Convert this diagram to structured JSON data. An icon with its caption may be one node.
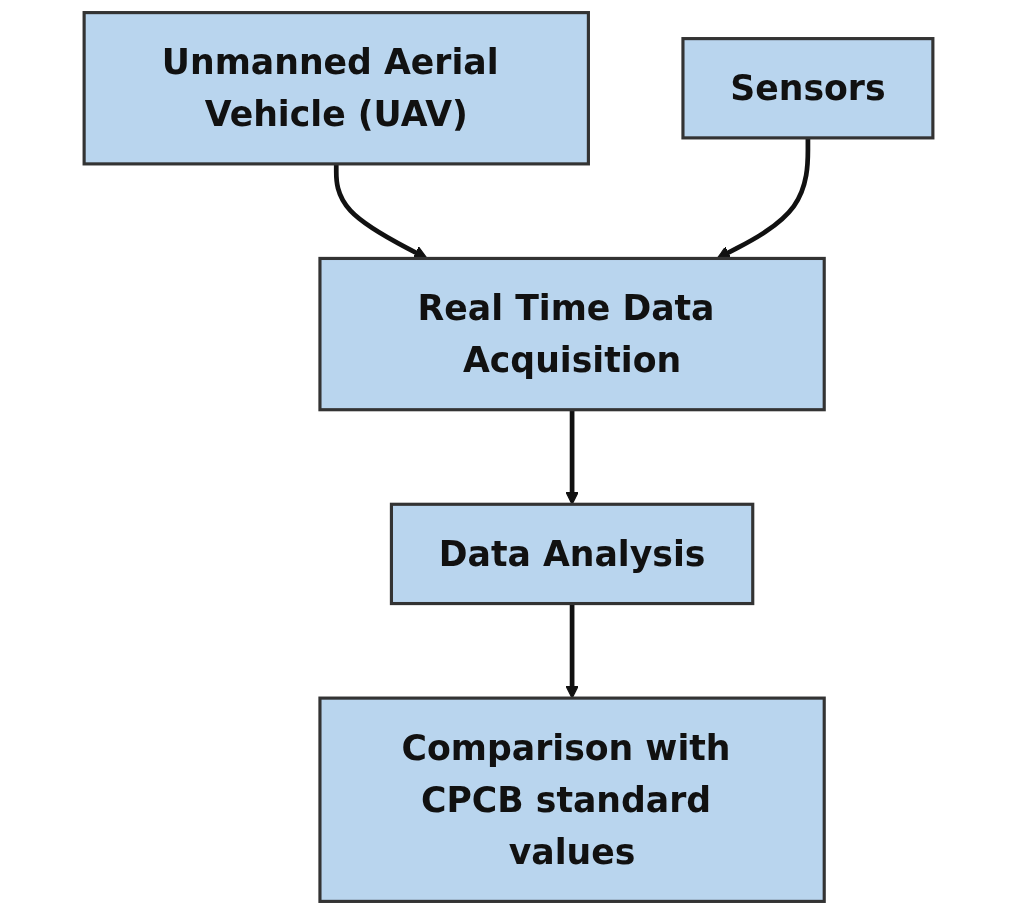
{
  "diagram": {
    "nodes": [
      {
        "text": [
          "Unmanned Aerial Vehicle (UAV)"
        ]
      },
      {
        "text": [
          "Sensors"
        ]
      },
      {
        "text": [
          "Real Time Data Acquisition"
        ]
      },
      {
        "text": [
          "Data Analysis"
        ]
      },
      {
        "text": [
          "Comparison with CPCB standard values"
        ]
      }
    ],
    "edges": [
      {
        "from": 0,
        "to": 2,
        "arrow": "to"
      },
      {
        "from": 1,
        "to": 2,
        "arrow": "to"
      },
      {
        "from": 2,
        "to": 3,
        "arrow": "to"
      },
      {
        "from": 3,
        "to": 4,
        "arrow": "to"
      }
    ]
  }
}
